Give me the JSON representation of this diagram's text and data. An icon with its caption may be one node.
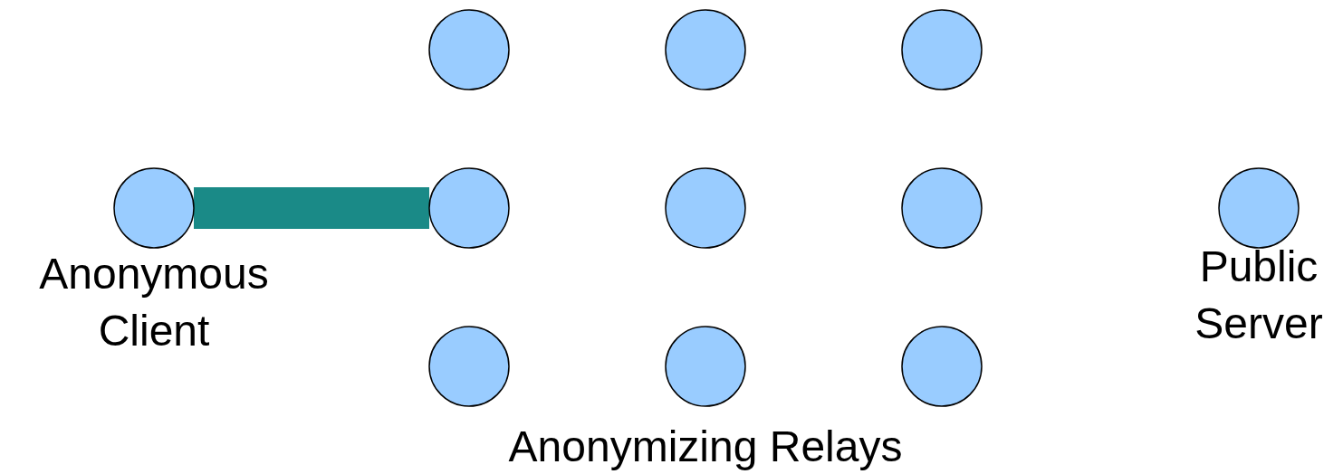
{
  "diagram": {
    "nodes": [
      {
        "text": [],
        "shape": "circle"
      },
      {
        "text": [],
        "shape": "circle"
      },
      {
        "text": [],
        "shape": "circle"
      },
      {
        "text": [
          "Anonymous Client"
        ]
      },
      {
        "text": [],
        "shape": "circle"
      },
      {
        "text": [],
        "shape": "circle"
      },
      {
        "text": [],
        "shape": "circle"
      },
      {
        "text": [
          "Public Server"
        ]
      },
      {
        "text": [],
        "shape": "circle"
      },
      {
        "text": [],
        "shape": "circle"
      },
      {
        "text": [],
        "shape": "circle"
      }
    ],
    "edges": [
      {
        "from": 3,
        "to": 4,
        "arrow": "none",
        "color": "#1a8a87"
      }
    ],
    "labels": [
      "Anonymizing Relays"
    ]
  }
}
